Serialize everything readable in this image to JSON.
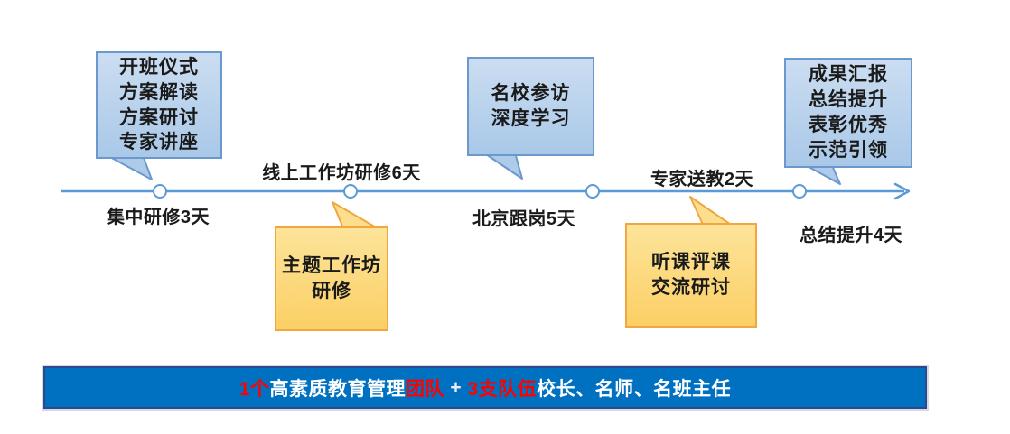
{
  "colors": {
    "timeline_blue": "#5b9bd5",
    "callout_blue_fill": "#aecbea",
    "callout_blue_border": "#6b98cd",
    "callout_orange_fill": "#fbcf65",
    "callout_orange_border": "#f0a73f",
    "banner_fill": "#0070c0",
    "banner_border": "#2a4a8c",
    "banner_red_text": "#ff0000",
    "banner_white_text": "#ffffff",
    "text": "#1a1a1a"
  },
  "callouts": [
    {
      "id": "opening",
      "style": "blue",
      "lines": [
        "开班仪式",
        "方案解读",
        "方案研讨",
        "专家讲座"
      ]
    },
    {
      "id": "theme-workshop",
      "style": "orange",
      "lines": [
        "主题工作坊",
        "研修"
      ]
    },
    {
      "id": "school-visit",
      "style": "blue",
      "lines": [
        "名校参访",
        "深度学习"
      ]
    },
    {
      "id": "lesson-review",
      "style": "orange",
      "lines": [
        "听课评课",
        "交流研讨"
      ]
    },
    {
      "id": "summary",
      "style": "blue",
      "lines": [
        "成果汇报",
        "总结提升",
        "表彰优秀",
        "示范引领"
      ]
    }
  ],
  "timeline": {
    "labels": [
      {
        "text": "集中研修3天",
        "side": "below"
      },
      {
        "text": "线上工作坊研修6天",
        "side": "above"
      },
      {
        "text": "北京跟岗5天",
        "side": "below"
      },
      {
        "text": "专家送教2天",
        "side": "above"
      },
      {
        "text": "总结提升4天",
        "side": "below"
      }
    ],
    "milestone_count": 4
  },
  "banner": {
    "segments": [
      {
        "text": "1个",
        "color": "#ff0000"
      },
      {
        "text": "高素质教育管理",
        "color": "#ffffff"
      },
      {
        "text": "团队",
        "color": "#ff0000"
      },
      {
        "text": " + ",
        "color": "#e9eef6"
      },
      {
        "text": "3支队伍",
        "color": "#ff0000"
      },
      {
        "text": "校长、名师、名班主任",
        "color": "#ffffff"
      }
    ]
  }
}
